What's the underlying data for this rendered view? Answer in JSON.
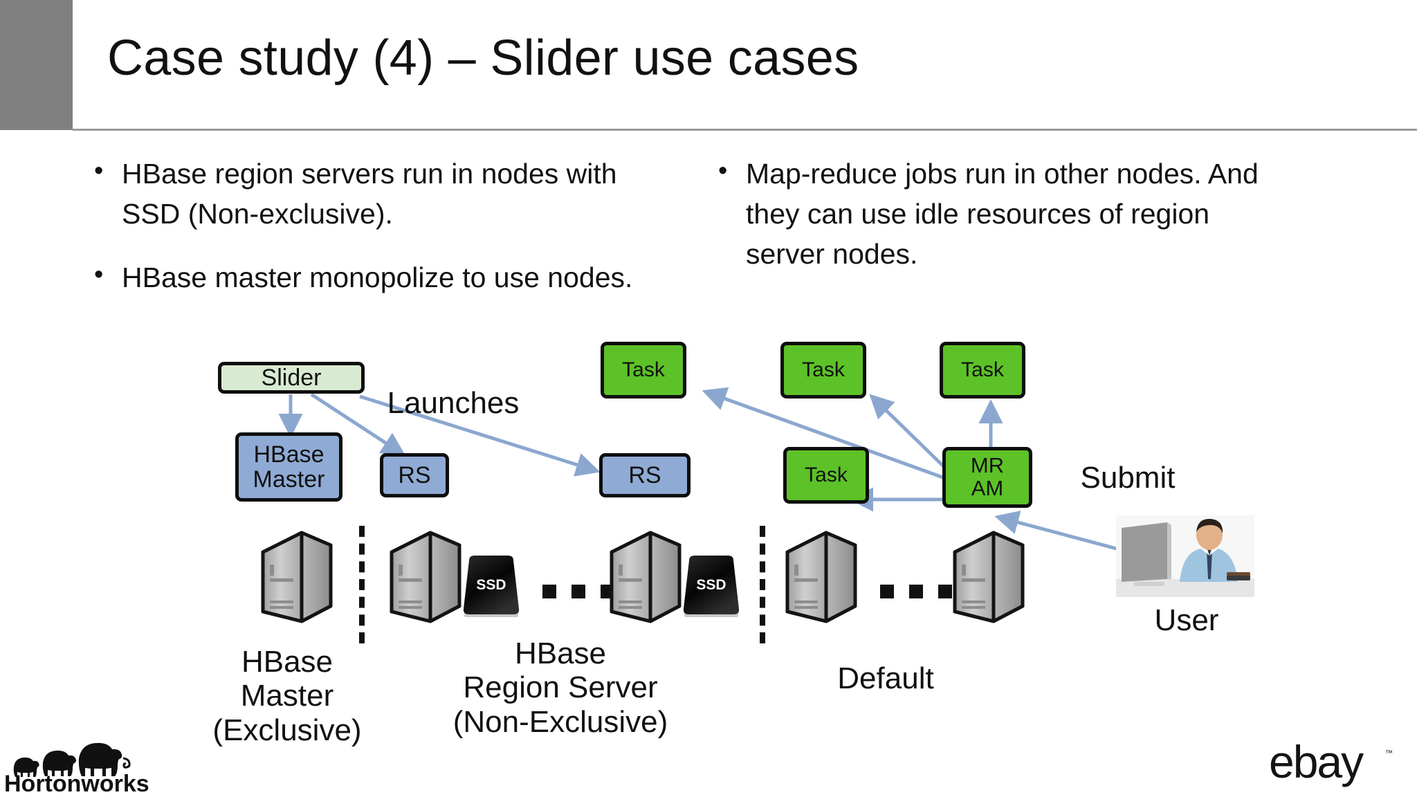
{
  "header": {
    "title": "Case study (4) – Slider use cases"
  },
  "bullets": {
    "left": [
      "HBase region servers run in nodes with SSD (Non-exclusive).",
      "HBase master monopolize to use nodes."
    ],
    "right": [
      "Map-reduce jobs run in other nodes. And they can use idle resources of region server nodes."
    ]
  },
  "diagram": {
    "nodes": [
      {
        "id": "slider",
        "label": "Slider",
        "kind": "slider"
      },
      {
        "id": "hmaster",
        "label": "HBase\nMaster",
        "kind": "blue"
      },
      {
        "id": "rs1",
        "label": "RS",
        "kind": "blue"
      },
      {
        "id": "rs2",
        "label": "RS",
        "kind": "blue"
      },
      {
        "id": "task1",
        "label": "Task",
        "kind": "green"
      },
      {
        "id": "task2",
        "label": "Task",
        "kind": "green"
      },
      {
        "id": "task3",
        "label": "Task",
        "kind": "green"
      },
      {
        "id": "task4",
        "label": "Task",
        "kind": "green"
      },
      {
        "id": "mram",
        "label": "MR\nAM",
        "kind": "green"
      }
    ],
    "node_labels": {
      "slider": "Slider",
      "hbase_master_line1": "HBase",
      "hbase_master_line2": "Master",
      "rs1": "RS",
      "rs2": "RS",
      "task1": "Task",
      "task2": "Task",
      "task3": "Task",
      "task4": "Task",
      "mr_am_line1": "MR",
      "mr_am_line2": "AM"
    },
    "edge_labels": {
      "launches": "Launches",
      "submit": "Submit"
    },
    "group_labels": {
      "hbase_master": "HBase\nMaster\n(Exclusive)",
      "hbase_master_l1": "HBase",
      "hbase_master_l2": "Master",
      "hbase_master_l3": "(Exclusive)",
      "region_server_l1": "HBase",
      "region_server_l2": "Region Server",
      "region_server_l3": "(Non-Exclusive)",
      "default": "Default"
    },
    "hardware": {
      "ssd_label": "SSD",
      "server_count_master": 1,
      "server_count_region": 2,
      "server_count_default": 2,
      "ssd_count": 2,
      "ellipsis": "..."
    },
    "user": {
      "label": "User"
    },
    "colors": {
      "slider_fill": "#d9ead3",
      "blue_fill": "#8faad4",
      "green_fill": "#5cc228",
      "node_stroke": "#0d0d0d",
      "arrow": "#8ba7cf",
      "header_block": "#808080",
      "ssd_body": "#111111",
      "server_body": "#b8b8b8"
    }
  },
  "footer": {
    "left_logo": "Hortonworks",
    "right_logo": "ebay"
  }
}
